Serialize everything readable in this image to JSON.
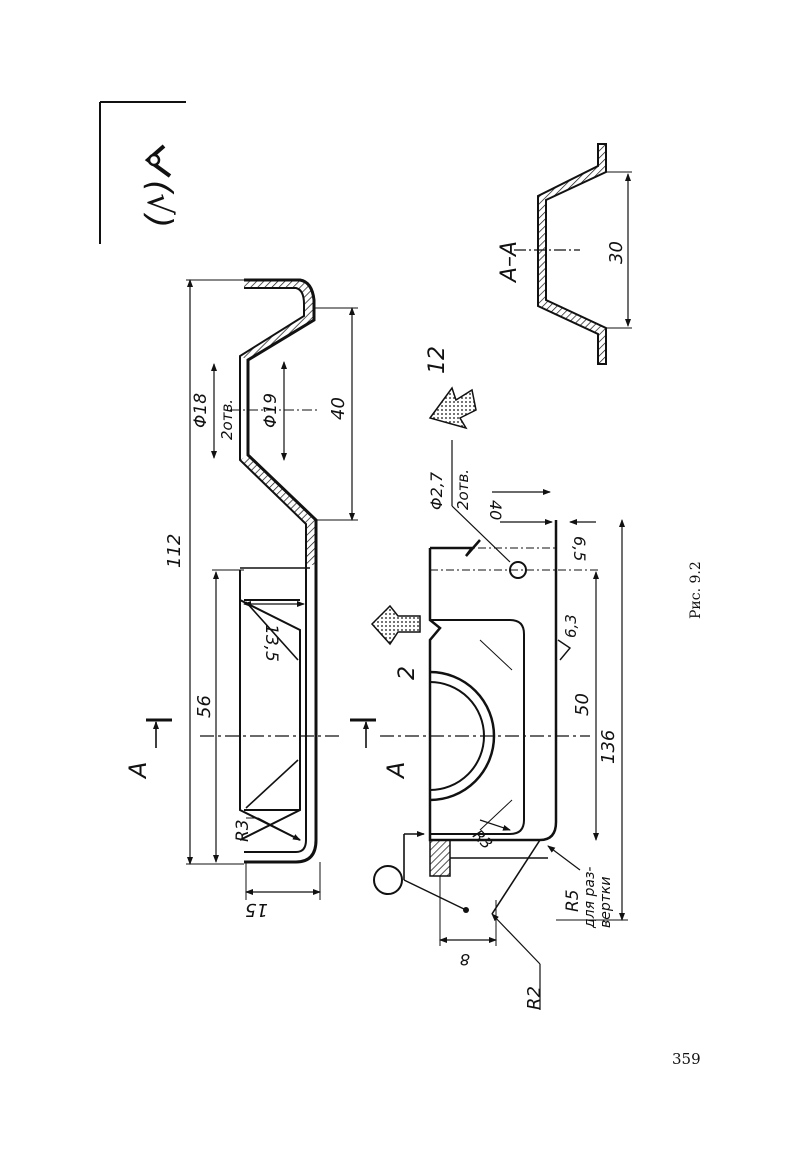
{
  "figure": {
    "caption": "Рис. 9.2",
    "page_number": "359"
  },
  "roughness_symbol": {
    "label": "(√)"
  },
  "side_view": {
    "overall_length": "112",
    "flat_length": "56",
    "height": "15",
    "rib_dim": "13,5",
    "bend_radius": "R3",
    "hole_d1": "Φ18",
    "hole_d1_note": "2отв.",
    "hole_d2": "Φ19",
    "offset": "40",
    "section_mark": "A"
  },
  "plan_view": {
    "small_hole": "Φ2,7",
    "small_hole_note": "2отв.",
    "dim_40": "40",
    "dim_6_5": "6,5",
    "width": "50",
    "dev_length": "136",
    "dim_8": "8",
    "radius_r2": "R2",
    "radius_r3": "R3",
    "radius_r5": "R5",
    "dev_note_1": "для раз-",
    "dev_note_2": "вертки",
    "roughness": "6,3",
    "view_2": "2",
    "view_12": "12",
    "section_mark": "A"
  },
  "section_aa": {
    "title": "А–А",
    "depth": "30"
  }
}
